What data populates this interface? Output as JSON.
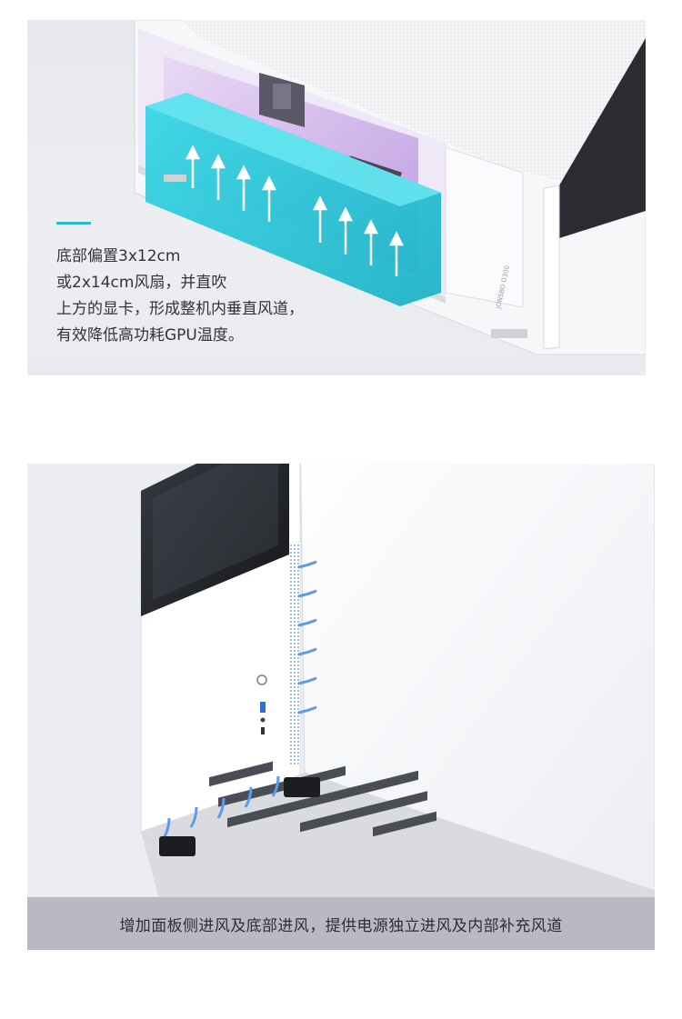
{
  "section1": {
    "description_lines": [
      "底部偏置3x12cm",
      "或2x14cm风扇，并直吹",
      "上方的显卡，形成整机内垂直风道，",
      "有效降低高功耗GPU温度。"
    ],
    "accent_color": "#2bb7d6",
    "gpu_color": "#27c6d8",
    "motherboard_color": "#c9a7e3",
    "psu_label": "JONSBO D300"
  },
  "section2": {
    "caption": "增加面板侧进风及底部进风，提供电源独立进风及内部补充风道",
    "airflow_color": "#5b9be8",
    "caption_bar_color": "#b8b9c3"
  }
}
